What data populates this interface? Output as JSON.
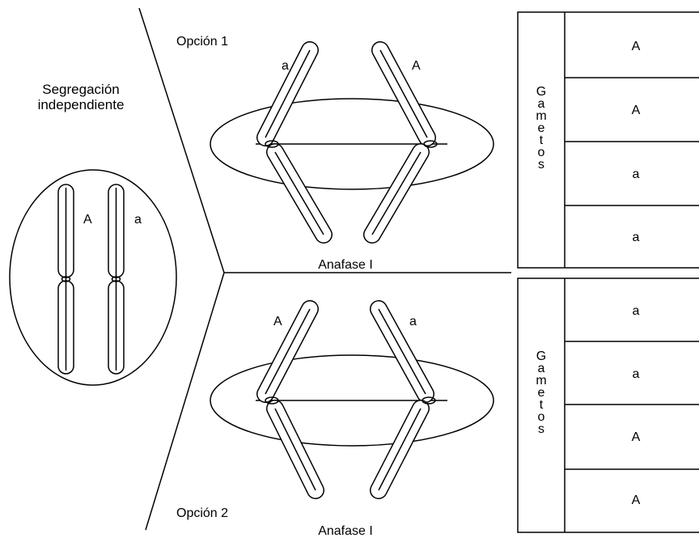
{
  "diagram": {
    "title_line1": "Segregación",
    "title_line2": "independiente",
    "parent_cell": {
      "left_allele": "A",
      "right_allele": "a"
    },
    "options": [
      {
        "label": "Opción 1",
        "phase": "Anafase I",
        "left_allele": "a",
        "right_allele": "A",
        "gametes_title": "Gametos",
        "gametes": [
          "A",
          "A",
          "a",
          "a"
        ]
      },
      {
        "label": "Opción 2",
        "phase": "Anafase I",
        "left_allele": "A",
        "right_allele": "a",
        "gametes_title": "Gametos",
        "gametes": [
          "a",
          "a",
          "A",
          "A"
        ]
      }
    ]
  }
}
